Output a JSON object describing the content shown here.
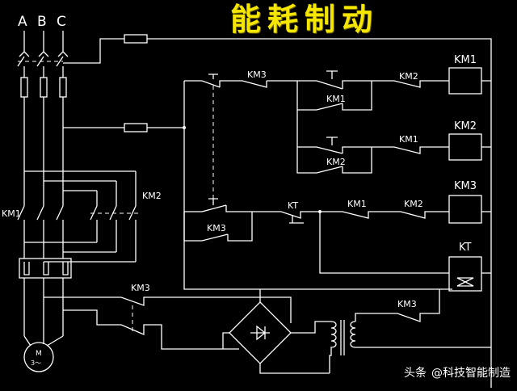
{
  "title": "能耗制动",
  "phases": [
    "A",
    "B",
    "C"
  ],
  "labels": {
    "km1_main": "KM1",
    "km2_main": "KM2",
    "km3_power": "KM3",
    "km3_tr": "KM3",
    "km3_ctrl": "KM3",
    "km3_selfhold": "KM3",
    "km1_hold": "KM1",
    "km2_hold": "KM2",
    "km2_il": "KM2",
    "km1_il": "KM1",
    "kt_contact": "KT",
    "km1_r3": "KM1",
    "km2_r3": "KM2",
    "coil_km1": "KM1",
    "coil_km2": "KM2",
    "coil_km3": "KM3",
    "coil_kt": "KT",
    "motor_m": "M",
    "motor_phase": "3〜"
  },
  "watermark": {
    "brand": "头条",
    "handle": "@科技智能制造"
  }
}
